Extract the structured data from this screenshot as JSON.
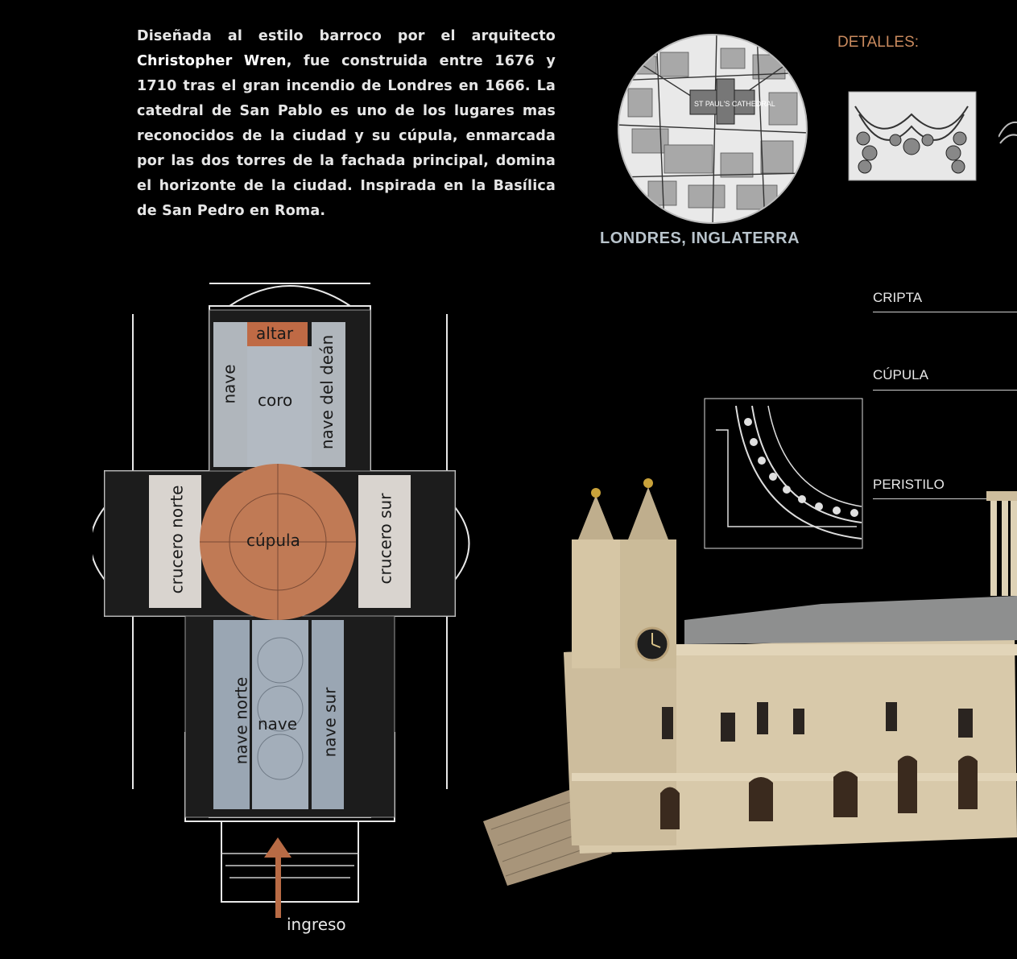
{
  "intro": {
    "part1": "Diseñada al estilo barroco por el arquitecto ",
    "architect": "Christopher Wren",
    "part2": ", fue construida entre 1676 y 1710 tras el gran incendio de Londres en 1666. La catedral de San Pablo es uno de los lugares mas reconocidos de la ciudad y su cúpula, enmarcada por las dos torres de la fachada principal, domina el horizonte de la ciudad. Inspirada en la Basílica de San Pedro en Roma."
  },
  "map": {
    "label": "LONDRES, INGLATERRA",
    "stamp": "ST PAUL'S CATHEDRAL"
  },
  "details": {
    "title": "DETALLES:",
    "items": [
      "CRIPTA",
      "CÚPULA",
      "PERISTILO"
    ]
  },
  "plan": {
    "altar": "altar",
    "coro": "coro",
    "nave_top": "nave",
    "nave_dean": "nave del deán",
    "crucero_norte": "crucero norte",
    "cupula": "cúpula",
    "crucero_sur": "crucero sur",
    "nave_norte": "nave norte",
    "nave": "nave",
    "nave_sur": "nave sur",
    "ingreso": "ingreso"
  },
  "colors": {
    "accent": "#c98a5e",
    "dome": "#c07a55",
    "altar": "#bf6a45",
    "nave_blue": "#9aa6b3",
    "crucero_light": "#d9d4cf",
    "arrow": "#b86b45"
  }
}
